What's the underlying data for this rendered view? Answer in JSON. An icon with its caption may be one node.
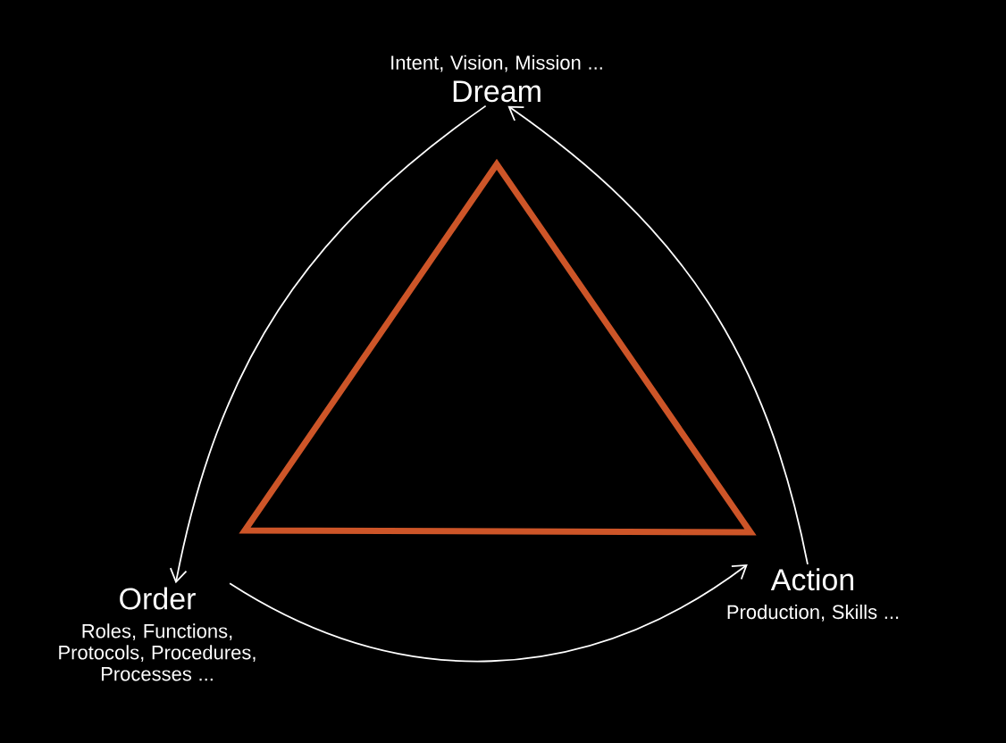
{
  "diagram": {
    "nodes": [
      {
        "text": [
          "Intent, Vision, Mission ...",
          "Dream"
        ]
      },
      {
        "text": [
          "Order",
          "Roles, Functions, Protocols, Procedures, Processes ..."
        ]
      },
      {
        "text": [
          "Action",
          "Production, Skills ..."
        ]
      }
    ],
    "edges": [
      {
        "from": 0,
        "to": 1,
        "arrow": "to"
      },
      {
        "from": 1,
        "to": 2,
        "arrow": "to"
      },
      {
        "from": 2,
        "to": 0,
        "arrow": "to"
      }
    ]
  }
}
